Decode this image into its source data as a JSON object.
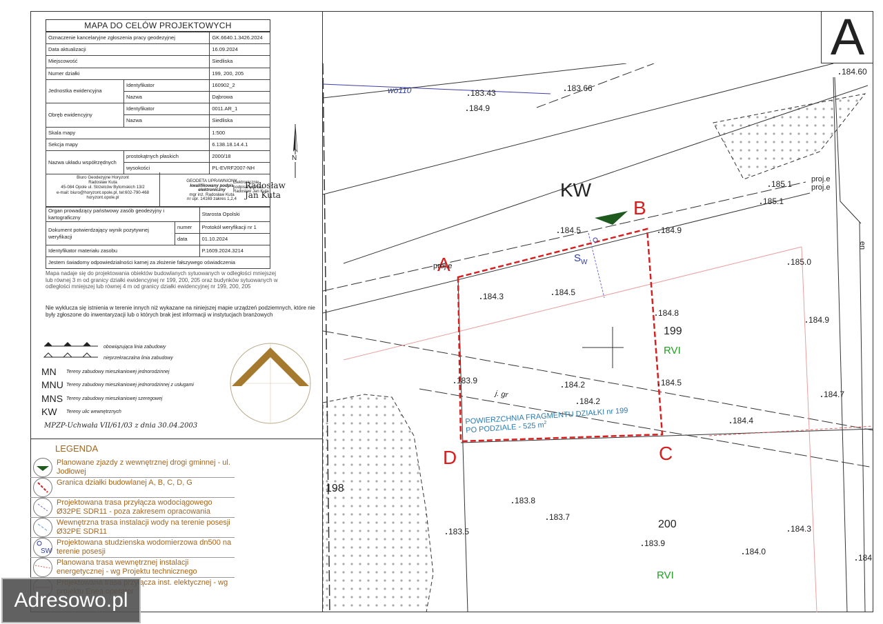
{
  "sheet_letter": "A",
  "title": "MAPA DO CELÓW PROJEKTOWYCH",
  "meta_rows": [
    {
      "label": "Oznaczenie kancelaryjne zgłoszenia pracy geodezyjnej",
      "value": "GK.6640.1.3426.2024"
    },
    {
      "label": "Data aktualizacji",
      "value": "16.09.2024"
    },
    {
      "label": "Miejscowość",
      "value": "Siedliska"
    },
    {
      "label": "Numer działki",
      "value": "199, 200, 205"
    }
  ],
  "jednostka": {
    "label": "Jednostka ewidencyjna",
    "id_label": "Identyfikator",
    "id_value": "160902_2",
    "name_label": "Nazwa",
    "name_value": "Dąbrowa"
  },
  "obreb": {
    "label": "Obręb ewidencyjny",
    "id_label": "Identyfikator",
    "id_value": "0011.AR_1",
    "name_label": "Nazwa",
    "name_value": "Siedliska"
  },
  "skala": {
    "label": "Skala mapy",
    "value": "1:500"
  },
  "sekcja": {
    "label": "Sekcja mapy",
    "value": "6.138.18.14.4.1"
  },
  "uklad": {
    "label": "Nazwa układu współrzędnych",
    "plaskie_label": "prostokątnych płaskich",
    "plaskie_value": "2000/18",
    "wys_label": "wysokości",
    "wys_value": "PL-EVRF2007-NH"
  },
  "biuro": {
    "line1": "Biuro Geodezyjne Horyzont",
    "line2": "Radosław Kuta",
    "line3": "45-084 Opole ul. Strzelców Bytomskich 13/2",
    "line4": "e-mail: biuro@horyzont.opole.pl, tel:602-790-468",
    "line5": "horyzont.opole.pl"
  },
  "geodeta": {
    "line1": "GEODETA UPRAWNIONY",
    "line2": "kwalifikowany podpis elektroniczny",
    "line3": "mgr inż. Radosław Kuta",
    "line4": "nr upr. 14169 zakres 1,2,4"
  },
  "signature": {
    "first": "Radosław",
    "last": "Jan Kuta",
    "elektronicznie": "Elektronicznie podpisany przez Radosław Jan Kuta"
  },
  "organ": {
    "label": "Organ prowadzący państwowy zasób geodezyjny i kartograficzny",
    "value": "Starosta Opolski"
  },
  "dokument": {
    "label": "Dokument potwierdzający wynik pozytywnej weryfikacji",
    "numer_label": "numer",
    "numer_value": "Protokół weryfikacji nr 1",
    "data_label": "data",
    "data_value": "01.10.2024"
  },
  "identyfikator": {
    "label": "Identyfikator materiału zasobu",
    "value": "P.1609.2024.3214"
  },
  "oswiadczenie": "Jestem świadomy odpowiedzialności karnej za złożenie fałszywego oświadczenia",
  "note1": "Mapa nadaje się do projektowania obiektów budowlanych sytuowanych w odległości mniejszej lub równej 3 m od granicy działki ewidencyjnej nr 199, 200, 205 oraz budynków sytuowanych w odległości mniejszej lub równej 4 m od granicy działki ewidencyjnej nr 199, 200, 205",
  "note2": "Nie wyklucza się istnienia w terenie innych niż wykazane na niniejszej mapie urządzeń podziemnych, które nie były zgłoszone do inwentaryzacji lub o których brak jest informacji w instytucjach branżowych",
  "mpzp": {
    "obowiazujaca": "obowiązująca linia zabudowy",
    "nieprzekraczalna": "nieprzekraczalna linia zabudowy",
    "items": [
      {
        "code": "MN",
        "text": "Tereny zabudowy mieszkaniowej jednorodzinnej"
      },
      {
        "code": "MNU",
        "text": "Tereny zabudowy mieszkaniowej jednorodzinnej z usługami"
      },
      {
        "code": "MNS",
        "text": "Tereny zabudowy mieszkaniowej szeregowej"
      },
      {
        "code": "KW",
        "text": "Tereny ulic wewnętrznych"
      }
    ],
    "uchwala": "MPZP-Uchwała VII/61/03 z dnia 30.04.2003"
  },
  "legenda": {
    "title": "LEGENDA",
    "items": [
      "Planowane zjazdy z wewnętrznej drogi gminnej - ul. Jodłowej",
      "Granica działki budowlanej A, B, C, D, G",
      "Projektowana trasa przyłącza wodociągowego Ø32PE SDR11 - poza zakresem opracowania",
      "Wewnętrzna trasa instalacji wody na terenie posesji Ø32PE SDR11",
      "Projektowana studzienska wodomierzowa dn500 na terenie posesji",
      "Planowana trasa wewnętrznej instalacji energetycznej - wg Projektu technicznego",
      "Projektowana trasa przyłącza inst. elektycznej - wg projektu Enea operator"
    ]
  },
  "north_label": "N",
  "watermark": "Adresowo.pl",
  "map": {
    "kw": "KW",
    "wo": "wo110",
    "corners": {
      "a": "A",
      "b": "B",
      "c": "C",
      "d": "D"
    },
    "parcel_199": "199",
    "parcel_198": "198",
    "parcel_200": "200",
    "rvi": "RVI",
    "sw": "S",
    "sw_sub": "W",
    "jgr": "j. gr",
    "proj": "proj.e",
    "en": "en",
    "area_line1": "POWIERZCHNIA FRAGMENTU DZIAŁKI nr 199",
    "area_line2": "PO PODZIALE - 525 m",
    "area_sup": "2",
    "elevations": [
      "183.43",
      "183.66",
      "184.9",
      "184.60",
      "185.1",
      "185.1",
      "184.5",
      "184.9",
      "185.0",
      "184.3",
      "184.5",
      "184.8",
      "184.9",
      "183.9",
      "184.2",
      "184.2",
      "184.5",
      "184.7",
      "184.4",
      "183.8",
      "183.7",
      "183.5",
      "184.3",
      "183.9",
      "184.0",
      "184"
    ]
  }
}
